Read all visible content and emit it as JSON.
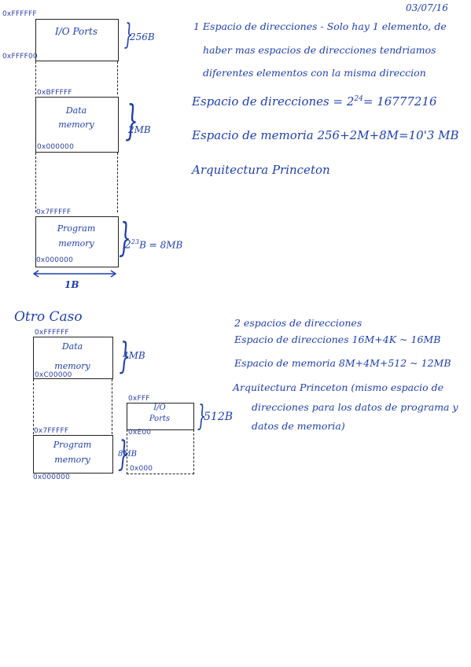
{
  "date": "03/07/16",
  "diagram1": {
    "io": {
      "top_addr": "0xFFFFFF",
      "bottom_addr": "0xFFFF00",
      "label": "I/O Ports",
      "size": "256B"
    },
    "data": {
      "top_addr": "0xBFFFFF",
      "bottom_addr": "0x000000",
      "label_1": "Data",
      "label_2": "memory",
      "size": "2MB"
    },
    "program": {
      "top_addr": "0x7FFFFF",
      "bottom_addr": "0x000000",
      "label_1": "Program",
      "label_2": "memory",
      "size_base": "2",
      "size_exp": "23",
      "size_rest": "B = 8MB"
    },
    "width_label": "1B"
  },
  "notes1": {
    "line1": "1 Espacio de direcciones - Solo hay 1 elemento, de",
    "line2": "haber mas espacios de direcciones tendriamos",
    "line3": "diferentes elementos con la misma direccion",
    "addr_space_prefix": "Espacio de direcciones = 2",
    "addr_space_exp": "24",
    "addr_space_value": "= 16777216",
    "mem_space": "Espacio de memoria 256+2M+8M=10'3 MB",
    "architecture": "Arquitectura Princeton"
  },
  "section2_title": "Otro Caso",
  "diagram2": {
    "data": {
      "top_addr": "0xFFFFFF",
      "bottom_addr": "0xC00000",
      "label_1": "Data",
      "label_2": "memory",
      "size": "4MB"
    },
    "program": {
      "top_addr": "0x7FFFFF",
      "bottom_addr": "0x000000",
      "label_1": "Program",
      "label_2": "memory",
      "size": "8MB"
    },
    "io": {
      "top_addr": "0xFFF",
      "bottom_addr": "0xE00",
      "label_1": "I/O",
      "label_2": "Ports",
      "size": "512B",
      "lowest_addr": "0x000"
    }
  },
  "notes2": {
    "line1": "2 espacios de direcciones",
    "line2": "Espacio de direcciones 16M+4K ~ 16MB",
    "line3": "Espacio de memoria 8M+4M+512 ~ 12MB",
    "line4": "Arquitectura Princeton (mismo espacio de",
    "line5": "direcciones para los datos de programa y",
    "line6": "datos de memoria)"
  }
}
